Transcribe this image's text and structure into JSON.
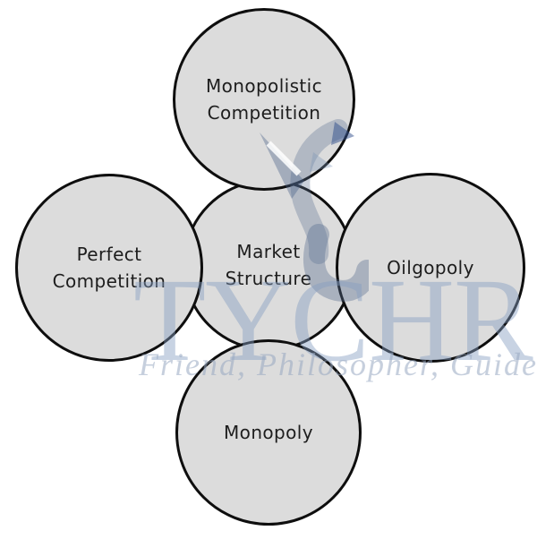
{
  "diagram": {
    "title_concept": "Market Structure",
    "nodes": {
      "center": {
        "lines": [
          "Market",
          "Structure"
        ]
      },
      "top": {
        "lines": [
          "Monopolistic",
          "Competition"
        ]
      },
      "left": {
        "lines": [
          "Perfect",
          "Competition"
        ]
      },
      "right": {
        "lines": [
          "Oilgopoly"
        ]
      },
      "bottom": {
        "lines": [
          "Monopoly"
        ]
      }
    }
  },
  "watermark": {
    "brand": "TYCHR",
    "tagline": "Friend, Philosopher, Guide",
    "logo_icon": "swan-logo-icon"
  },
  "colors": {
    "background": "#ffffff",
    "circle_fill": "#dcdcdc",
    "circle_border": "#0e0e0e",
    "label_text": "#1d1d1d",
    "watermark_blue": "#8ea5c4",
    "watermark_accent_navy": "#2f4e8c"
  }
}
